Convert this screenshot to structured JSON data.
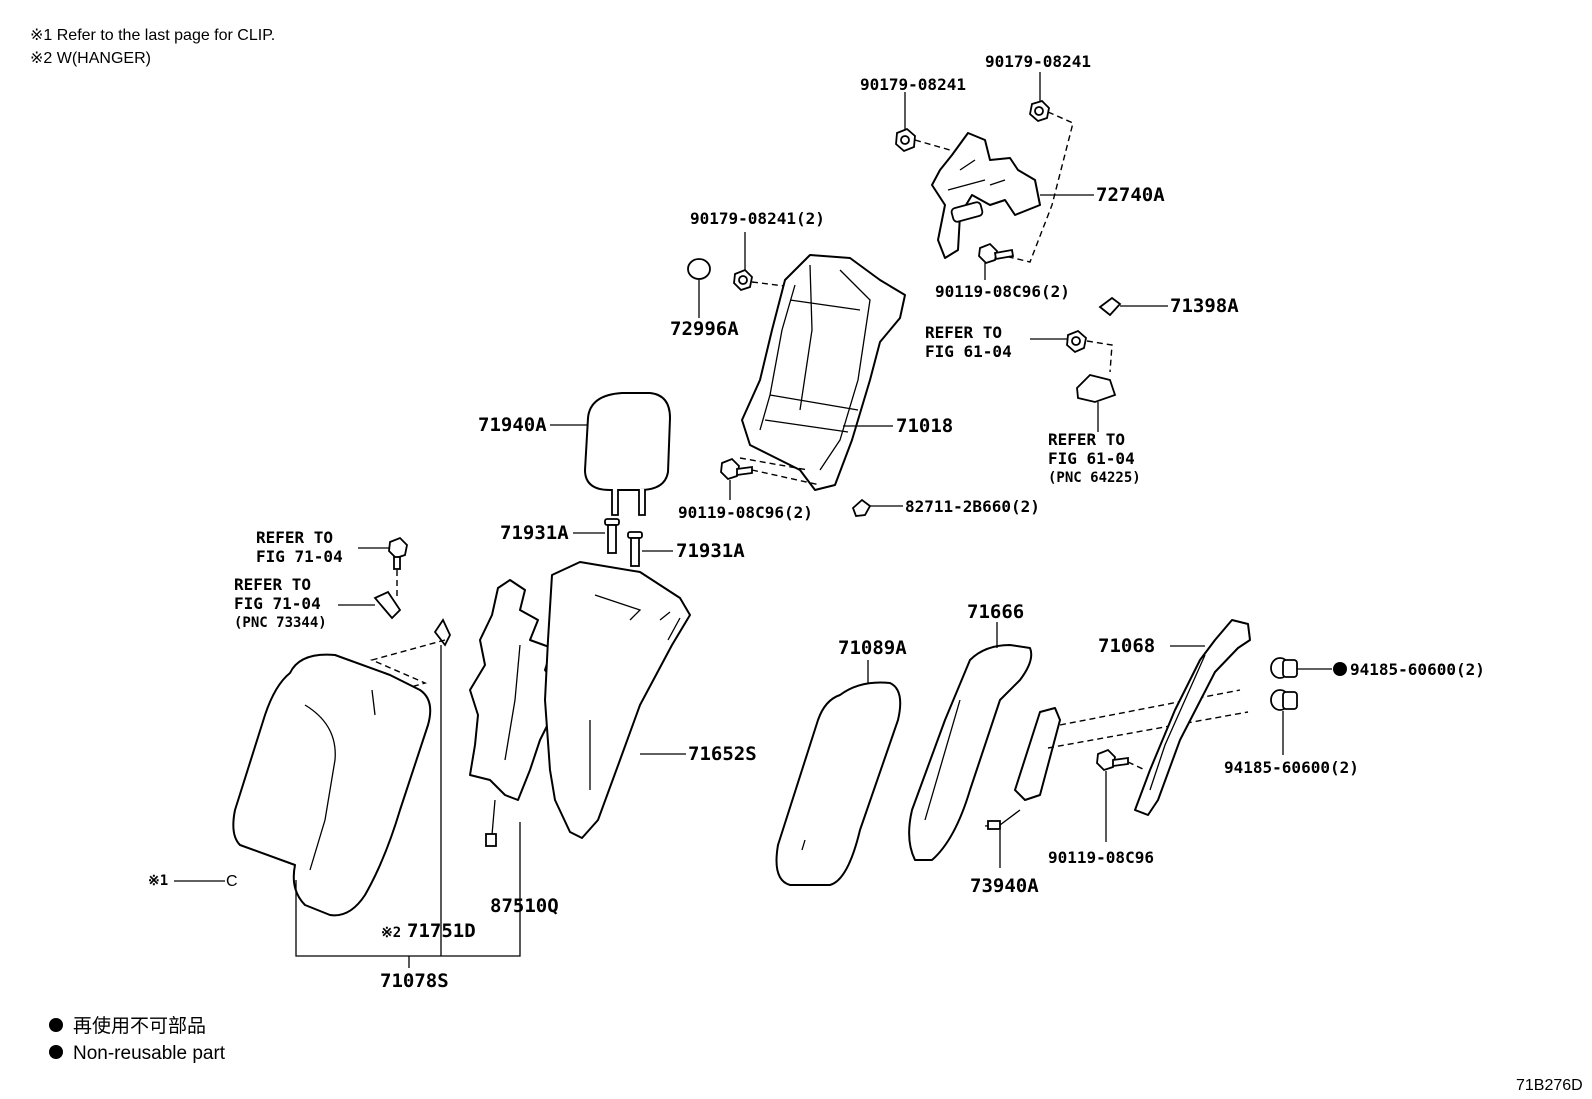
{
  "notes": {
    "note1": "※1 Refer to the last page for CLIP.",
    "note2": "※2 W(HANGER)"
  },
  "labels": {
    "p90179_top_right": "90179-08241",
    "p90179_top_left": "90179-08241",
    "p72740A": "72740A",
    "p90179_2": "90179-08241(2)",
    "p90119_top": "90119-08C96(2)",
    "p71398A": "71398A",
    "refer1_l1": "REFER TO",
    "refer1_l2": "FIG 61-04",
    "p72996A": "72996A",
    "p71940A": "71940A",
    "p71018": "71018",
    "refer2_l1": "REFER TO",
    "refer2_l2": "FIG 61-04",
    "refer2_l3": "(PNC 64225)",
    "p90119_mid": "90119-08C96(2)",
    "p82711": "82711-2B660(2)",
    "p71931A_left": "71931A",
    "p71931A_right": "71931A",
    "refer3_l1": "REFER TO",
    "refer3_l2": "FIG 71-04",
    "refer4_l1": "REFER TO",
    "refer4_l2": "FIG 71-04",
    "refer4_l3": "(PNC 73344)",
    "p71666": "71666",
    "p71089A": "71089A",
    "p71068": "71068",
    "p94185_top": "94185-60600(2)",
    "p94185_bottom": "94185-60600(2)",
    "p71652S": "71652S",
    "clip_mark": "※1",
    "clip_letter": "C",
    "p90119_bottom": "90119-08C96",
    "p87510Q": "87510Q",
    "p73940A": "73940A",
    "hanger_mark": "※2",
    "p71751D": "71751D",
    "p71078S": "71078S"
  },
  "legend": {
    "line1": "再使用不可部品",
    "line2": "Non-reusable part"
  },
  "diagram_code": "71B276D"
}
